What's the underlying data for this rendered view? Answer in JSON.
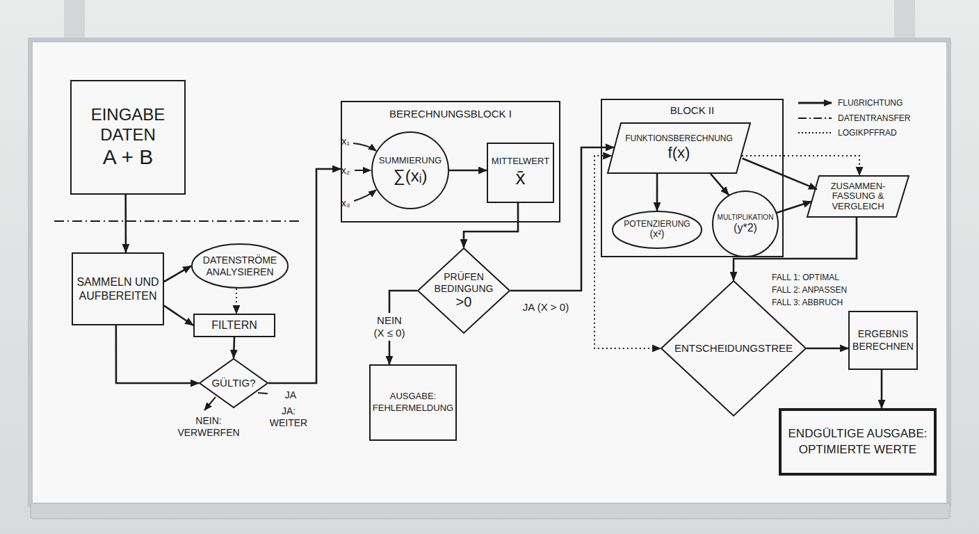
{
  "diagram": {
    "nodes": [
      {
        "text": [
          "EINGABE DATEN",
          "A + B"
        ]
      },
      {
        "text": [
          "SAMMELN UND AUFBEREITEN"
        ]
      },
      {
        "text": [
          "DATENSTRÖME ANALYSIEREN"
        ]
      },
      {
        "text": [
          "FILTERN"
        ]
      },
      {
        "text": [
          "GÜLTIG?"
        ]
      },
      {
        "text": [
          "BERECHNUNGSBLOCK I"
        ]
      },
      {
        "text": [
          "SUMMIERUNG",
          "∑(xᵢ)"
        ],
        "in": 5
      },
      {
        "text": [
          "MITTELWERT",
          "x̄"
        ],
        "in": 5
      },
      {
        "text": [
          "PRÜFEN BEDINGUNG",
          ">0"
        ]
      },
      {
        "text": [
          "AUSGABE: FEHLERMELDUNG"
        ]
      },
      {
        "text": [
          "BLOCK II"
        ]
      },
      {
        "text": [
          "FUNKTIONSBERECHNUNG",
          "f(x)"
        ],
        "in": 10
      },
      {
        "text": [
          "POTENZIERUNG",
          "(x²)"
        ],
        "in": 10
      },
      {
        "text": [
          "MULTIPLIKATION",
          "(y*2)"
        ],
        "in": 10
      },
      {
        "text": [
          "ZUSAMMEN- FASSUNG & VERGLEICH"
        ]
      },
      {
        "text": [
          "ENTSCHEIDUNGSTREE"
        ]
      },
      {
        "text": [
          "ERGEBNIS BERECHNEN"
        ]
      },
      {
        "text": [
          "ENDGÜLTIGE AUSGABE: OPTIMIERTE WERTE"
        ]
      }
    ],
    "edges": [
      {
        "from": 0,
        "to": 1,
        "arrow": "to"
      },
      {
        "from": 1,
        "to": 2,
        "arrow": "to"
      },
      {
        "from": 1,
        "to": 3,
        "arrow": "to"
      },
      {
        "from": 2,
        "to": 3,
        "arrow": "to"
      },
      {
        "from": 3,
        "to": 4,
        "arrow": "to"
      },
      {
        "from": 1,
        "to": 4,
        "arrow": "to"
      },
      {
        "from": 4,
        "to": 5,
        "label": "JA",
        "arrow": "to"
      },
      {
        "from": 6,
        "to": 7,
        "arrow": "to"
      },
      {
        "from": 7,
        "to": 8,
        "arrow": "to"
      },
      {
        "from": 8,
        "to": 9,
        "label": "NEIN (X ≤ 0)",
        "arrow": "to"
      },
      {
        "from": 8,
        "to": 11,
        "label": "JA (X > 0)",
        "arrow": "to"
      },
      {
        "from": 11,
        "to": 12,
        "arrow": "to"
      },
      {
        "from": 11,
        "to": 13,
        "arrow": "to"
      },
      {
        "from": 11,
        "to": 14,
        "arrow": "to"
      },
      {
        "from": 13,
        "to": 14,
        "arrow": "to"
      },
      {
        "from": 11,
        "to": 14,
        "arrow": "to"
      },
      {
        "from": 11,
        "to": 15,
        "arrow": "both"
      },
      {
        "from": 14,
        "to": 15,
        "arrow": "to"
      },
      {
        "from": 15,
        "to": 16,
        "arrow": "to"
      },
      {
        "from": 16,
        "to": 17,
        "arrow": "to"
      }
    ],
    "labels": [
      "x₁",
      "x₂",
      "x₃",
      "NEIN: VERWERFEN",
      "JA: WEITER",
      "FALL 1: OPTIMAL",
      "FALL 2: ANPASSEN",
      "FALL 3: ABBRUCH"
    ],
    "legend": [
      {
        "text": "FLUßRICHTUNG"
      },
      {
        "text": "DATENTRANSFER"
      },
      {
        "text": "LOGIKPFFRAD"
      }
    ]
  }
}
